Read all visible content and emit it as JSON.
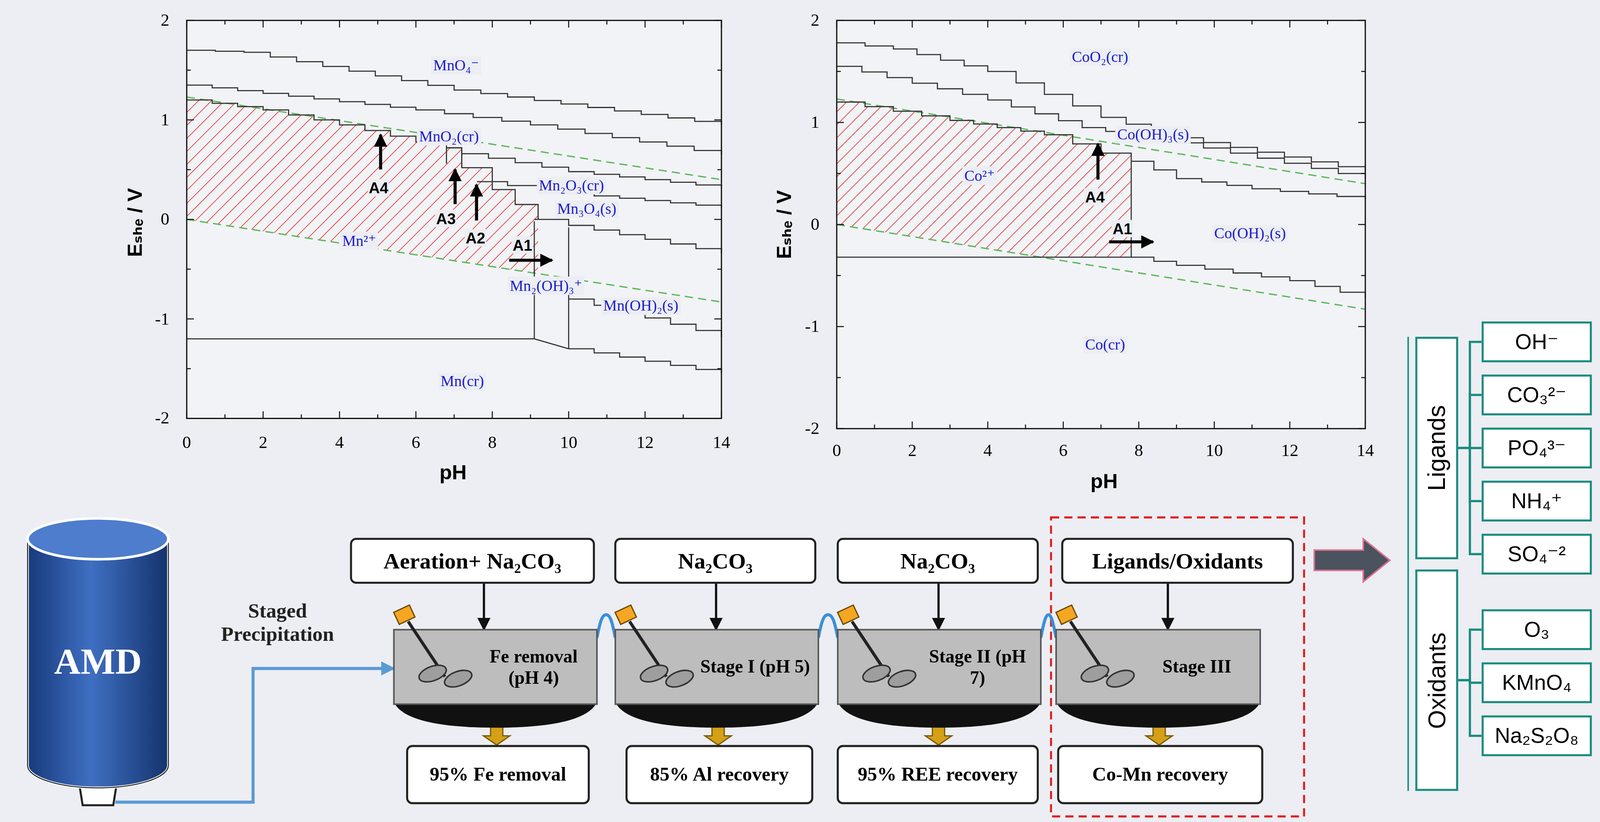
{
  "diagram": {
    "nodes": [
      {
        "text": [
          "AMD"
        ]
      },
      {
        "text": [
          "Aeration+ Na₂CO₃"
        ]
      },
      {
        "text": [
          "Na₂CO₃"
        ]
      },
      {
        "text": [
          "Na₂CO₃"
        ]
      },
      {
        "text": [
          "Ligands/Oxidants"
        ]
      },
      {
        "text": [
          "Fe removal (pH 4)"
        ]
      },
      {
        "text": [
          "Stage I (pH 5)"
        ]
      },
      {
        "text": [
          "Stage II (pH 7)"
        ]
      },
      {
        "text": [
          "Stage III"
        ]
      },
      {
        "text": [
          "95% Fe removal"
        ]
      },
      {
        "text": [
          "85% Al recovery"
        ]
      },
      {
        "text": [
          "95% REE recovery"
        ]
      },
      {
        "text": [
          "Co-Mn recovery"
        ]
      },
      {
        "text": [
          "Ligands"
        ]
      },
      {
        "text": [
          "OH⁻"
        ]
      },
      {
        "text": [
          "CO₃²⁻"
        ]
      },
      {
        "text": [
          "PO₄³⁻"
        ]
      },
      {
        "text": [
          "NH₄⁺"
        ]
      },
      {
        "text": [
          "SO₄⁻²"
        ]
      },
      {
        "text": [
          "Oxidants"
        ]
      },
      {
        "text": [
          "O₃"
        ]
      },
      {
        "text": [
          "KMnO₄"
        ]
      },
      {
        "text": [
          "Na₂S₂O₈"
        ]
      }
    ],
    "edges": [
      {
        "from": 0,
        "to": 5,
        "arrow": "to",
        "label": "Staged Precipitation"
      },
      {
        "from": 1,
        "to": 5,
        "arrow": "to"
      },
      {
        "from": 2,
        "to": 6,
        "arrow": "to"
      },
      {
        "from": 3,
        "to": 7,
        "arrow": "to"
      },
      {
        "from": 4,
        "to": 8,
        "arrow": "to"
      },
      {
        "from": 5,
        "to": 6,
        "arrow": "none"
      },
      {
        "from": 6,
        "to": 7,
        "arrow": "none"
      },
      {
        "from": 7,
        "to": 8,
        "arrow": "none"
      },
      {
        "from": 5,
        "to": 9,
        "arrow": "to"
      },
      {
        "from": 6,
        "to": 10,
        "arrow": "to"
      },
      {
        "from": 7,
        "to": 11,
        "arrow": "to"
      },
      {
        "from": 8,
        "to": 12,
        "arrow": "to"
      },
      {
        "from": 13,
        "to": 14,
        "arrow": "none"
      },
      {
        "from": 13,
        "to": 15,
        "arrow": "none"
      },
      {
        "from": 13,
        "to": 16,
        "arrow": "none"
      },
      {
        "from": 13,
        "to": 17,
        "arrow": "none"
      },
      {
        "from": 13,
        "to": 18,
        "arrow": "none"
      },
      {
        "from": 19,
        "to": 20,
        "arrow": "none"
      },
      {
        "from": 19,
        "to": 21,
        "arrow": "none"
      },
      {
        "from": 19,
        "to": 22,
        "arrow": "none"
      }
    ],
    "labels": [
      "MnO₄⁻",
      "MnO₂(cr)",
      "Mn₂O₃(cr)",
      "Mn₃O₄(s)",
      "Mn²⁺",
      "Mn₂(OH)₃⁺",
      "Mn(OH)₂(s)",
      "Mn(cr)",
      "A4",
      "A3",
      "A2",
      "A1",
      "2",
      "1",
      "0",
      "-1",
      "-2",
      "0",
      "2",
      "4",
      "6",
      "8",
      "10",
      "12",
      "14",
      "Eₛₕₑ / V",
      "pH",
      "CoO₂(cr)",
      "Co(OH)₃(s)",
      "Co²⁺",
      "Co(OH)₂(s)",
      "Co(cr)",
      "A4",
      "A1",
      "2",
      "1",
      "0",
      "-1",
      "-2",
      "0",
      "2",
      "4",
      "6",
      "8",
      "10",
      "12",
      "14",
      "Eₛₕₑ / V",
      "pH"
    ]
  }
}
